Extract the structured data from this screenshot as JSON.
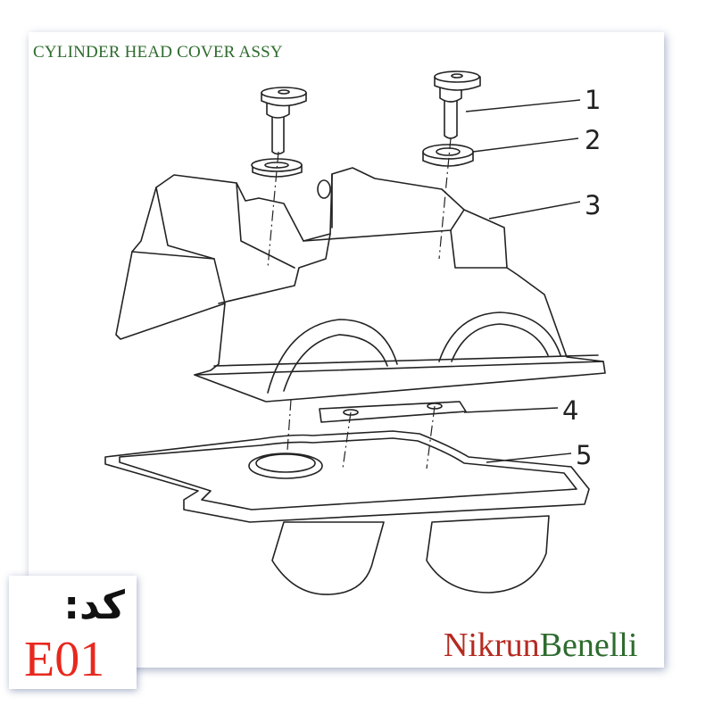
{
  "diagram": {
    "title": "CYLINDER HEAD COVER ASSY",
    "callouts": [
      "1",
      "2",
      "3",
      "4",
      "5"
    ]
  },
  "code": {
    "label": "کد:",
    "value": "E01"
  },
  "brand": {
    "part1": "Nikrun",
    "part2": "Benelli"
  },
  "colors": {
    "title": "#2e6b2e",
    "code_value": "#e8281e",
    "brand_part1": "#b52a20",
    "brand_part2": "#2e6b2e",
    "line": "#222222"
  }
}
